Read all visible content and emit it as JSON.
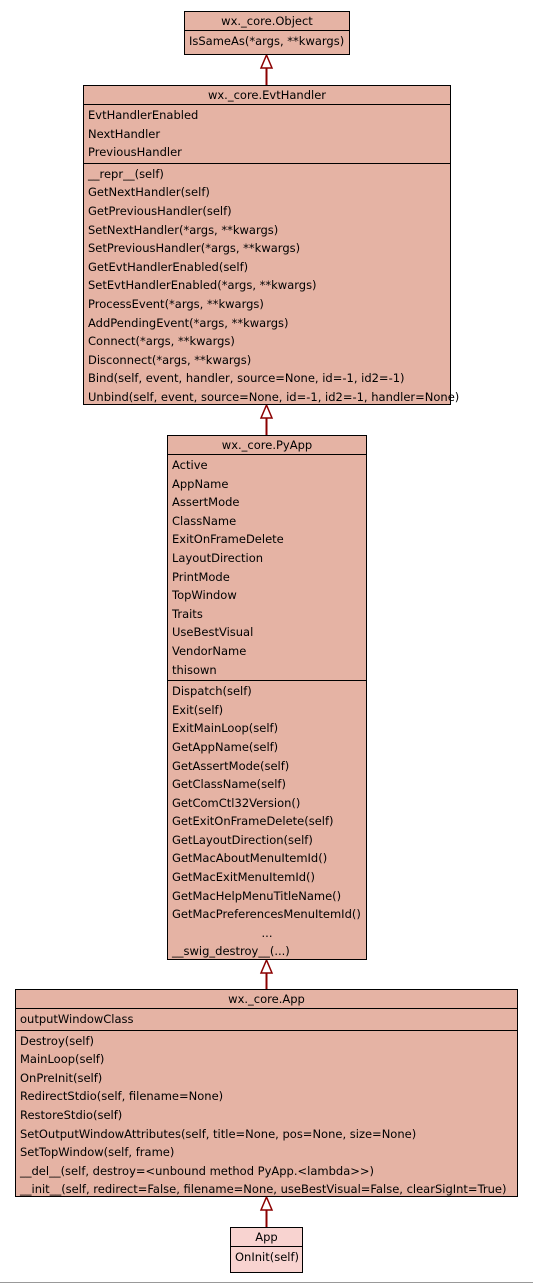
{
  "classes": {
    "object": {
      "name": "wx._core.Object",
      "methods": [
        "IsSameAs(*args, **kwargs)"
      ]
    },
    "evthandler": {
      "name": "wx._core.EvtHandler",
      "attributes": [
        "EvtHandlerEnabled",
        "NextHandler",
        "PreviousHandler"
      ],
      "methods": [
        "__repr__(self)",
        "GetNextHandler(self)",
        "GetPreviousHandler(self)",
        "SetNextHandler(*args, **kwargs)",
        "SetPreviousHandler(*args, **kwargs)",
        "GetEvtHandlerEnabled(self)",
        "SetEvtHandlerEnabled(*args, **kwargs)",
        "ProcessEvent(*args, **kwargs)",
        "AddPendingEvent(*args, **kwargs)",
        "Connect(*args, **kwargs)",
        "Disconnect(*args, **kwargs)",
        "Bind(self, event, handler, source=None, id=-1, id2=-1)",
        "Unbind(self, event, source=None, id=-1, id2=-1, handler=None)"
      ]
    },
    "pyapp": {
      "name": "wx._core.PyApp",
      "attributes": [
        "Active",
        "AppName",
        "AssertMode",
        "ClassName",
        "ExitOnFrameDelete",
        "LayoutDirection",
        "PrintMode",
        "TopWindow",
        "Traits",
        "UseBestVisual",
        "VendorName",
        "thisown"
      ],
      "methods": [
        "Dispatch(self)",
        "Exit(self)",
        "ExitMainLoop(self)",
        "GetAppName(self)",
        "GetAssertMode(self)",
        "GetClassName(self)",
        "GetComCtl32Version()",
        "GetExitOnFrameDelete(self)",
        "GetLayoutDirection(self)",
        "GetMacAboutMenuItemId()",
        "GetMacExitMenuItemId()",
        "GetMacHelpMenuTitleName()",
        "GetMacPreferencesMenuItemId()",
        "...",
        "__swig_destroy__(...)"
      ]
    },
    "app": {
      "name": "wx._core.App",
      "attributes": [
        "outputWindowClass"
      ],
      "methods": [
        "Destroy(self)",
        "MainLoop(self)",
        "OnPreInit(self)",
        "RedirectStdio(self, filename=None)",
        "RestoreStdio(self)",
        "SetOutputWindowAttributes(self, title=None, pos=None, size=None)",
        "SetTopWindow(self, frame)",
        "__del__(self, destroy=<unbound method PyApp.<lambda>>)",
        "__init__(self, redirect=False, filename=None, useBestVisual=False, clearSigInt=True)"
      ]
    },
    "userapp": {
      "name": "App",
      "methods": [
        "OnInit(self)"
      ]
    }
  },
  "edge_color": "#8b0000"
}
